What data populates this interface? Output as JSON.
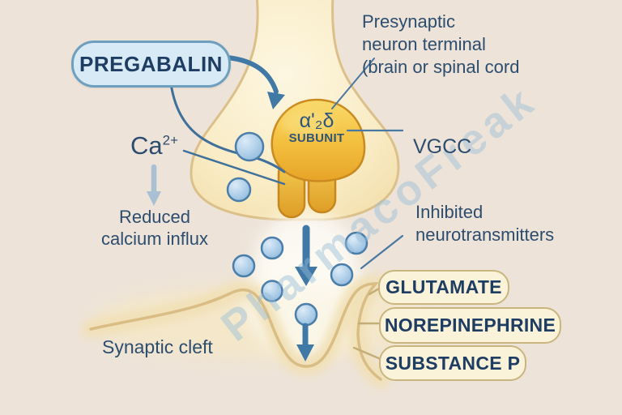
{
  "colors": {
    "background": "#EDE3D8",
    "text_navy": "#2D4D6F",
    "box_text_navy": "#1E3D63",
    "neuron_fill": "#F8ECC6",
    "neuron_border": "#DCC08A",
    "subunit_gold": "#F0BE3C",
    "subunit_border": "#CB8A1F",
    "vesicle_blue": "#A9CBE7",
    "vesicle_border": "#4E80AC",
    "arrow_blue": "#4179A6",
    "light_arrow_blue": "#A9BFD4",
    "cream_box_fill": "#FBF3D9",
    "cream_box_border": "#C9B57E",
    "pregabalin_box_fill": "#D8EAF6",
    "pregabalin_box_border": "#6F9FBE",
    "watermark_blue": "#94BAD8"
  },
  "pregabalin": {
    "label": "PREGABALIN"
  },
  "labels": {
    "presynaptic_terminal": "Presynaptic\nneuron terminal\n(brain or spinal cord",
    "calcium_symbol": "Ca",
    "calcium_charge": "2+",
    "reduced_influx": "Reduced\ncalcium influx",
    "vgcc": "VGCC",
    "inhibited": "Inhibited\nneurotransmitters",
    "synaptic_cleft": "Synaptic cleft"
  },
  "subunit": {
    "symbol": "α'₂δ",
    "label": "SUBUNIT"
  },
  "neurotransmitters": [
    "GLUTAMATE",
    "NOREPINEPHRINE",
    "SUBSTANCE P"
  ],
  "watermark": {
    "text": "PharmacoFreak"
  }
}
